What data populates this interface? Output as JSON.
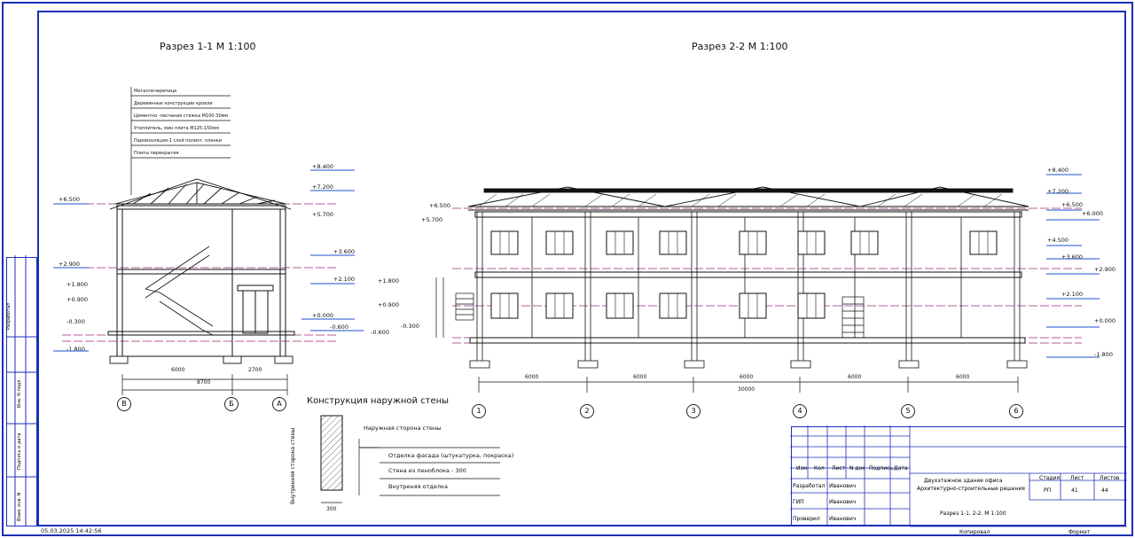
{
  "section_1": {
    "title": "Разрез 1-1  М 1:100",
    "layers": [
      "Металлочерепица",
      "Деревянные конструкции кровли",
      "Цементно -песчаная стяжка М100-30мм",
      "Утеплитель, мин плита М125-150мм",
      "Пароизоляция-1 слой полиэт. пленки",
      "Плиты перекрытия"
    ],
    "marks_left": [
      "+6.500",
      "+2.900",
      "+1.800",
      "+0.900",
      "-0.300",
      "-1.800"
    ],
    "marks_right": [
      "+8.400",
      "+7.200",
      "+5.700",
      "+3.600",
      "+2.100",
      "+0.000",
      "-0.600"
    ],
    "dims": [
      "6000",
      "2700",
      "8700"
    ],
    "axes": [
      "В",
      "Б",
      "А"
    ]
  },
  "section_2": {
    "title": "Разрез 2-2 М 1:100",
    "marks_left": [
      "+6.500",
      "+5.700",
      "+1.800",
      "+0.900",
      "-0.300",
      "-0.600"
    ],
    "marks_right": [
      "+8.400",
      "+7.200",
      "+6.500",
      "+6.000",
      "+4.500",
      "+3.600",
      "+2.900",
      "+2.100",
      "+0.000",
      "-1.800"
    ],
    "dims": [
      "6000",
      "6000",
      "6000",
      "6000",
      "6000"
    ],
    "total": "30000",
    "axes": [
      "1",
      "2",
      "3",
      "4",
      "5",
      "6"
    ]
  },
  "wall": {
    "title": "Конструкция наружной стены",
    "outside": "Наружная сторона стены",
    "inside": "Внутренняя сторона стены",
    "layers": [
      "Отделка фасада (штукатурка, покраска)",
      "Стена из пеноблока - 300",
      "Внутреняя отделка"
    ],
    "thickness": "300"
  },
  "stamp": {
    "head": [
      "Изм",
      "Кол",
      "Лист",
      "N док",
      "Подпись",
      "Дата"
    ],
    "roles": [
      "Разработал",
      "ГИП",
      "Проверил"
    ],
    "names": [
      "Иванович",
      "Иванович",
      "Иванович"
    ],
    "project": "Двухэтажное здание офиса",
    "project_sub": "Архитектурно-строительные решения",
    "sheet_name": "Разрез 1-1, 2-2. М 1:100",
    "stage_h": "Стадия",
    "sheet_h": "Лист",
    "sheets_h": "Листов",
    "stage": "РП",
    "sheet": "41",
    "sheets": "44",
    "copied": "Копировал",
    "format": "Формат"
  },
  "side_labels": [
    "Разработал",
    "Инв. N подл.",
    "Подпись и дата",
    "Взам. инв. N"
  ],
  "timestamp": "05.03.2025 14:42:56",
  "colors": {
    "frame": "#1b2fb5",
    "mark_line": "#1f4fd6",
    "level_line": "#a02a7a",
    "ink": "#111111"
  }
}
